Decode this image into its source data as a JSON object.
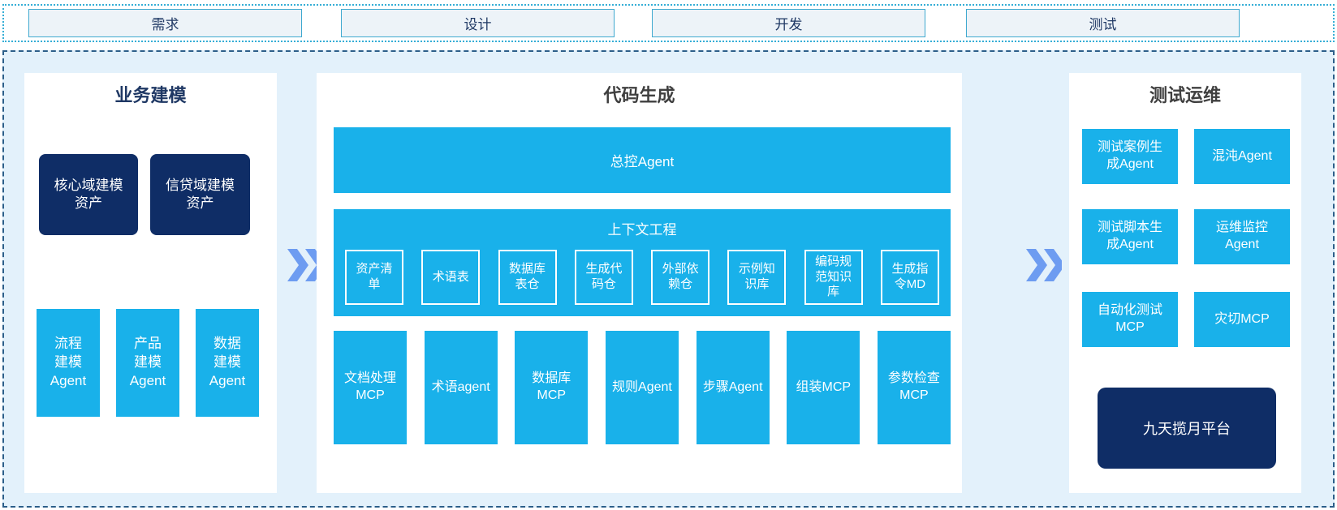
{
  "phases": [
    "需求",
    "设计",
    "开发",
    "测试"
  ],
  "business": {
    "title": "业务建模",
    "assets": [
      "核心域建模\n资产",
      "信贷域建模\n资产"
    ],
    "agents": [
      "流程\n建模\nAgent",
      "产品\n建模\nAgent",
      "数据\n建模\nAgent"
    ]
  },
  "codegen": {
    "title": "代码生成",
    "master_agent": "总控Agent",
    "context_title": "上下文工程",
    "context_boxes": [
      "资产清\n单",
      "术语表",
      "数据库\n表仓",
      "生成代\n码仓",
      "外部依\n赖仓",
      "示例知\n识库",
      "编码规\n范知识\n库",
      "生成指\n令MD"
    ],
    "tool_boxes": [
      "文档处理\nMCP",
      "术语agent",
      "数据库\nMCP",
      "规则Agent",
      "步骤Agent",
      "组装MCP",
      "参数检查\nMCP"
    ]
  },
  "testops": {
    "title": "测试运维",
    "boxes": [
      "测试案例生\n成Agent",
      "混沌Agent",
      "测试脚本生\n成Agent",
      "运维监控\nAgent",
      "自动化测试\nMCP",
      "灾切MCP"
    ],
    "platform": "九天揽月平台"
  },
  "colors": {
    "cyan": "#19b1ea",
    "navy": "#0f2d66",
    "container_bg": "#e3f1fb",
    "panel_bg": "#ffffff",
    "chevron": "#6d9cf1",
    "phase_fill": "#edf3f8",
    "phase_border": "#3fa9cf",
    "dotted_border": "#35aed6",
    "dashed_border": "#2c5f8a",
    "phase_text": "#1f3864"
  }
}
